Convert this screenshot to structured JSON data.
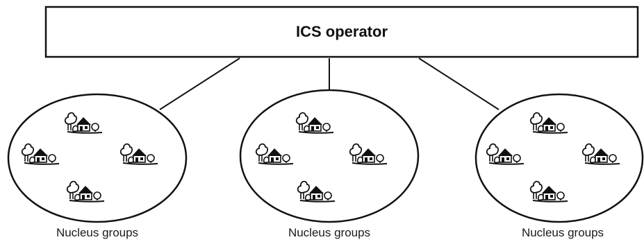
{
  "operator": {
    "label": "ICS operator"
  },
  "groups": [
    {
      "label": "Nucleus groups",
      "icon": "village-icon"
    },
    {
      "label": "Nucleus groups",
      "icon": "village-icon"
    },
    {
      "label": "Nucleus groups",
      "icon": "village-icon"
    }
  ],
  "colors": {
    "stroke": "#111111",
    "background": "#ffffff"
  }
}
